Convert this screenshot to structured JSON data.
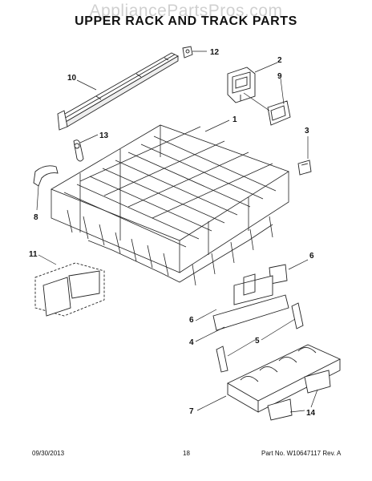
{
  "watermark": "AppliancePartsPros.com",
  "title": "UPPER RACK AND TRACK PARTS",
  "callouts": [
    "12",
    "10",
    "2",
    "9",
    "13",
    "1",
    "3",
    "8",
    "11",
    "6",
    "6",
    "4",
    "5",
    "7",
    "14"
  ],
  "footer": {
    "date": "09/30/2013",
    "page": "18",
    "part_number": "Part No. W10647117  Rev. A"
  }
}
